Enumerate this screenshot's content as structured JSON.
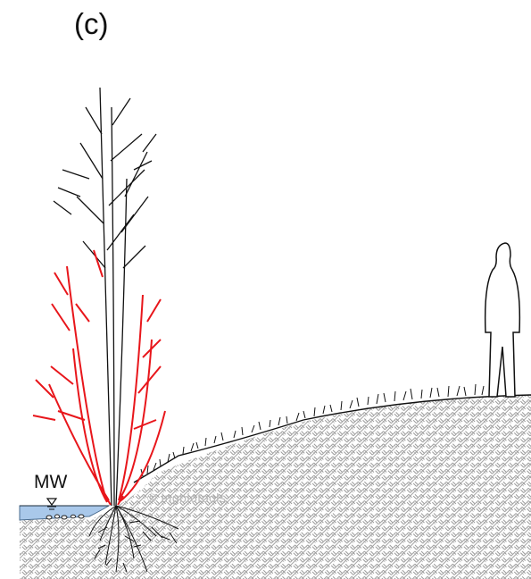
{
  "figure": {
    "panel_label": "(c)",
    "water_level_label": "MW",
    "watermark": "© Ingbiotools"
  },
  "colors": {
    "ground_pattern": "#9a9a9a",
    "water": "#a9c8ea",
    "new_shoots": "#e8161b",
    "old_stems": "#111111"
  },
  "icons": [
    "person-silhouette-icon",
    "water-level-triangle-icon"
  ]
}
